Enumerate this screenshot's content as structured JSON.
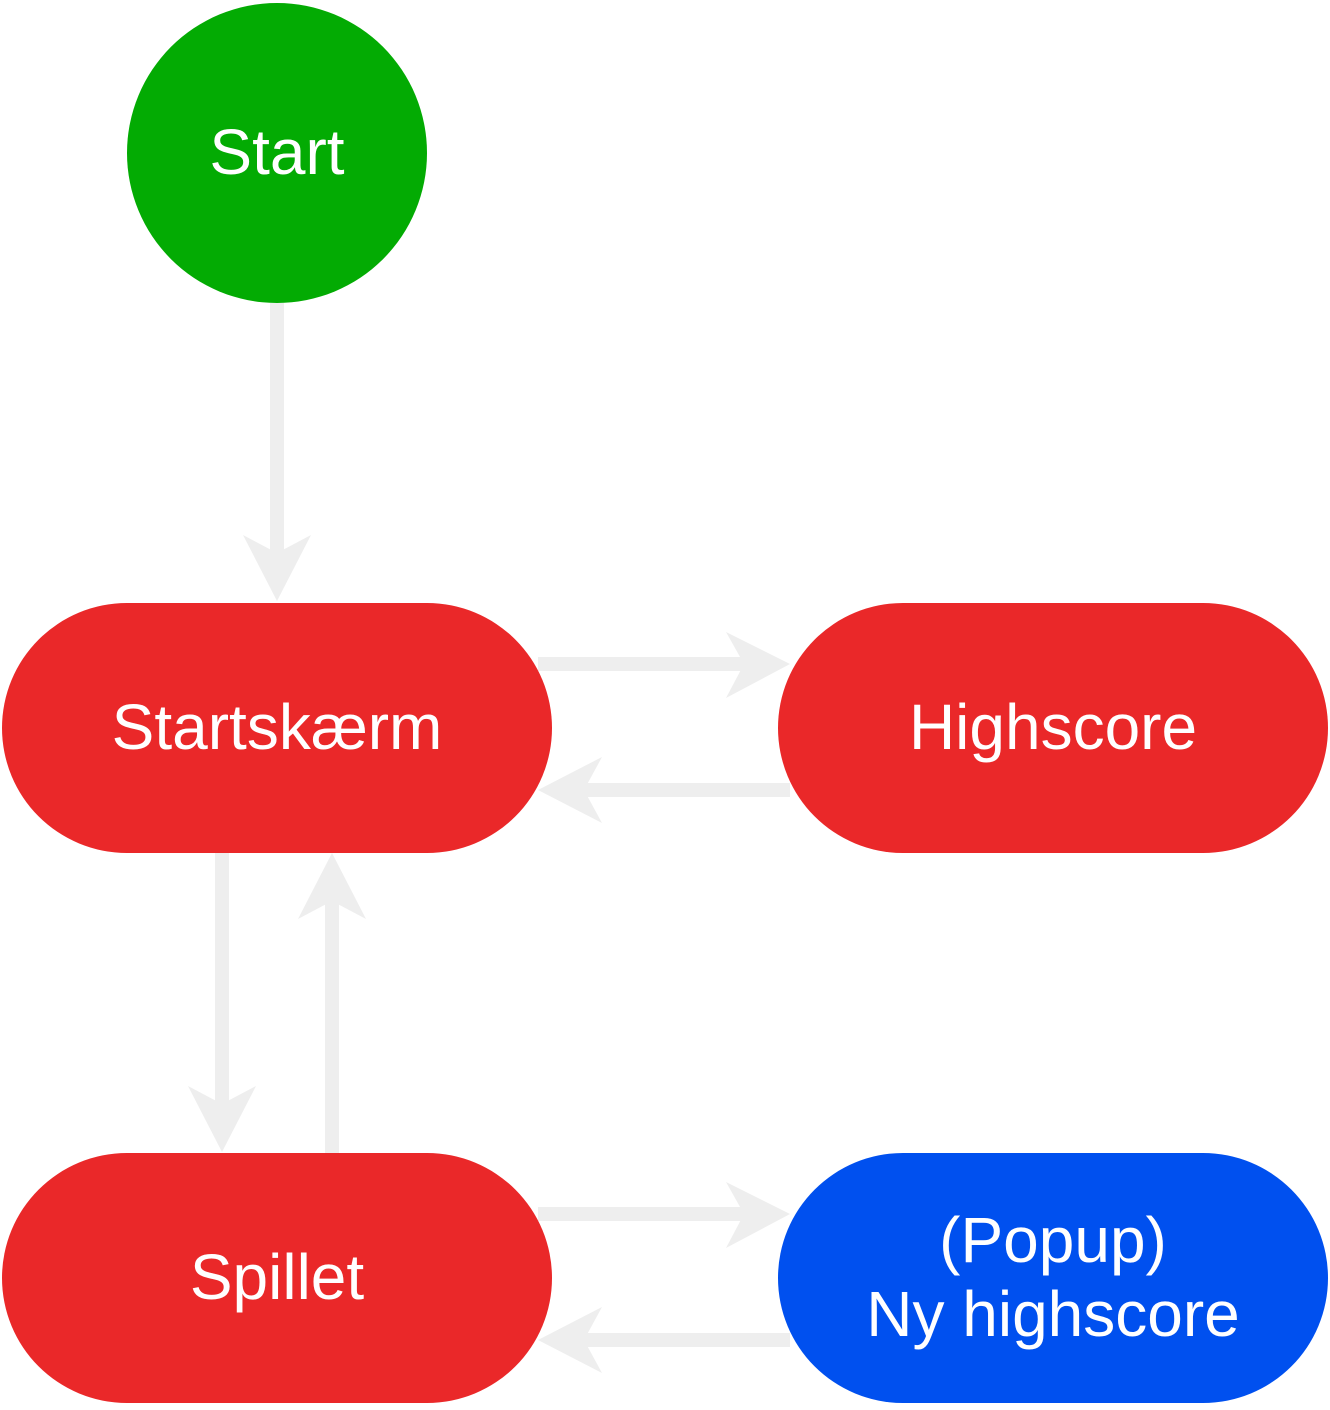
{
  "colors": {
    "start": "#03ab03",
    "screen": "#ea2829",
    "popup": "#0050ef",
    "arrow": "#eeeeee",
    "text": "#ffffff"
  },
  "nodes": {
    "start": {
      "label": "Start"
    },
    "startskaerm": {
      "label": "Startskærm"
    },
    "highscore": {
      "label": "Highscore"
    },
    "spillet": {
      "label": "Spillet"
    },
    "popup": {
      "line1": "(Popup)",
      "line2": "Ny highscore"
    }
  },
  "edges": [
    {
      "from": "start",
      "to": "startskaerm"
    },
    {
      "from": "startskaerm",
      "to": "highscore"
    },
    {
      "from": "highscore",
      "to": "startskaerm"
    },
    {
      "from": "startskaerm",
      "to": "spillet"
    },
    {
      "from": "spillet",
      "to": "startskaerm"
    },
    {
      "from": "spillet",
      "to": "popup"
    },
    {
      "from": "popup",
      "to": "spillet"
    }
  ]
}
